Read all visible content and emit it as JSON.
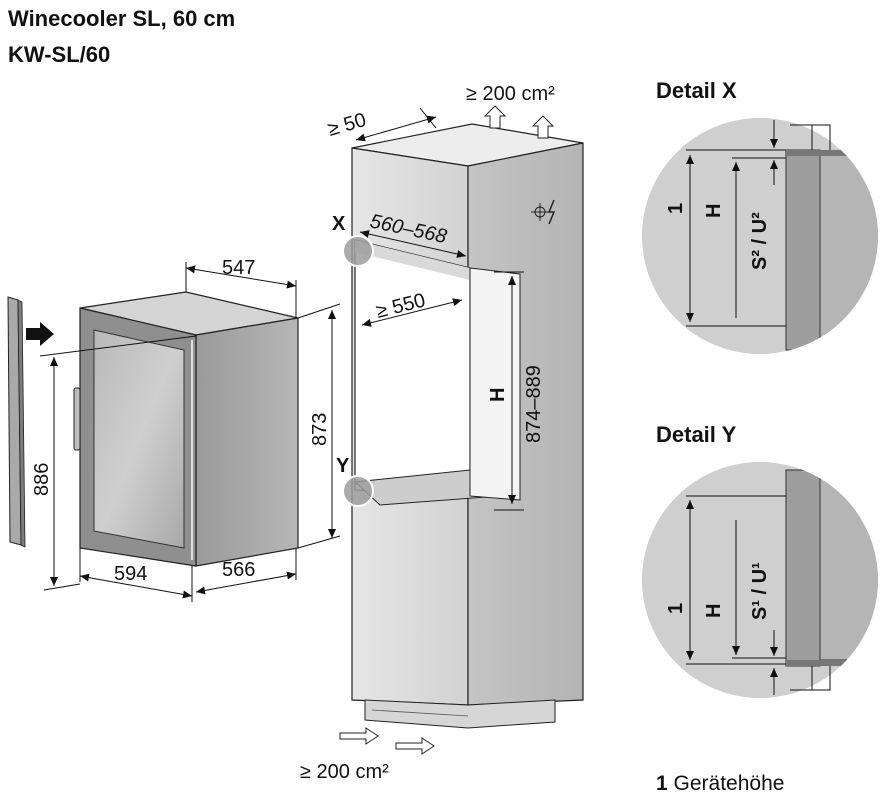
{
  "title": {
    "line1": "Winecooler SL, 60 cm",
    "line2": "KW-SL/60"
  },
  "details": {
    "x_heading": "Detail X",
    "y_heading": "Detail Y"
  },
  "markers": {
    "x": "X",
    "y": "Y"
  },
  "dimensions": {
    "vent_top": "≥ 200 cm²",
    "vent_bottom": "≥ 200 cm²",
    "back_gap": "≥ 50",
    "niche_width": "560–568",
    "niche_depth": "≥ 550",
    "niche_height": "874–889",
    "niche_height_symbol": "H",
    "unit_depth": "547",
    "unit_height": "873",
    "unit_width": "594",
    "unit_depth_total": "566",
    "door_height": "886"
  },
  "detail_labels": {
    "x_device": "1",
    "x_h": "H",
    "x_s": "S² / U²",
    "y_device": "1",
    "y_h": "H",
    "y_s": "S¹ / U¹"
  },
  "legend": {
    "number": "1",
    "text": "Gerätehöhe"
  }
}
